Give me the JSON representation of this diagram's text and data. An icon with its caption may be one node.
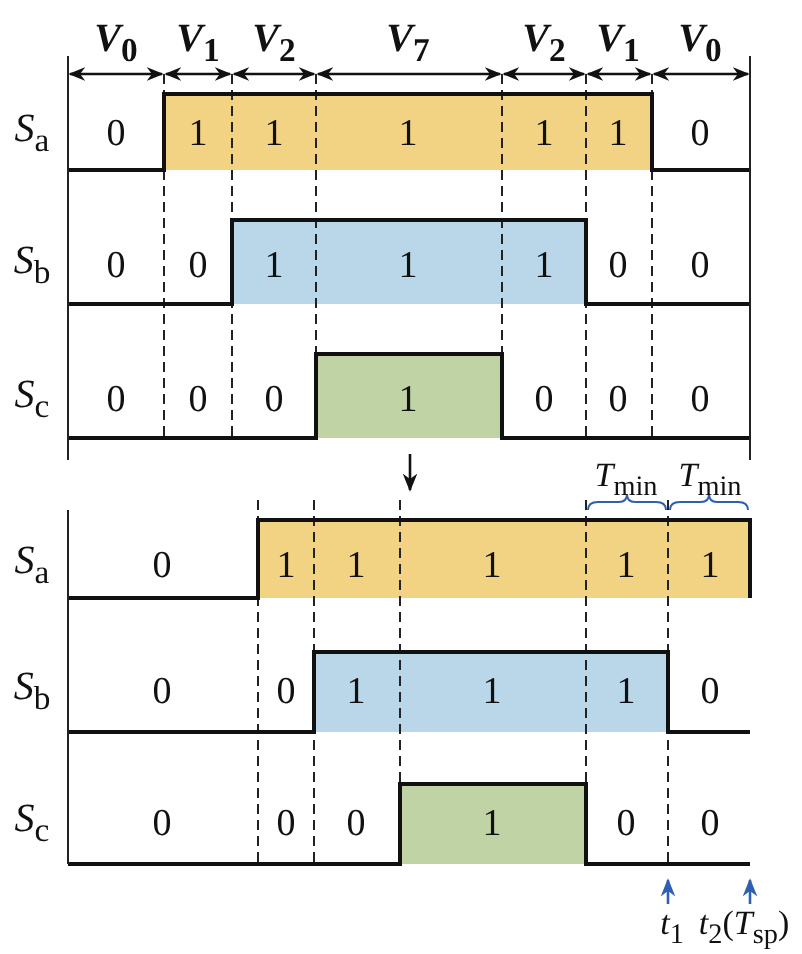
{
  "diagram": {
    "labels": [
      "*V*$_{0}$",
      "*V*$_{1}$",
      "*V*$_{2}$",
      "*V*$_{7}$",
      "*V*$_{2}$",
      "*V*$_{1}$",
      "*V*$_{0}$",
      "*S*$_{a}$",
      "0",
      "1",
      "1",
      "1",
      "1",
      "1",
      "0",
      "*S*$_{b}$",
      "0",
      "0",
      "1",
      "1",
      "1",
      "0",
      "0",
      "*S*$_{c}$",
      "0",
      "0",
      "0",
      "1",
      "0",
      "0",
      "0",
      "*T*$_{min}$",
      "*T*$_{min}$",
      "*S*$_{a}$",
      "0",
      "1",
      "1",
      "1",
      "1",
      "1",
      "*S*$_{b}$",
      "0",
      "0",
      "1",
      "1",
      "1",
      "0",
      "*S*$_{c}$",
      "0",
      "0",
      "0",
      "1",
      "0",
      "0",
      "*t*$_{1}$",
      "*t*$_{2}$(*T*$_{sp}$)"
    ]
  }
}
